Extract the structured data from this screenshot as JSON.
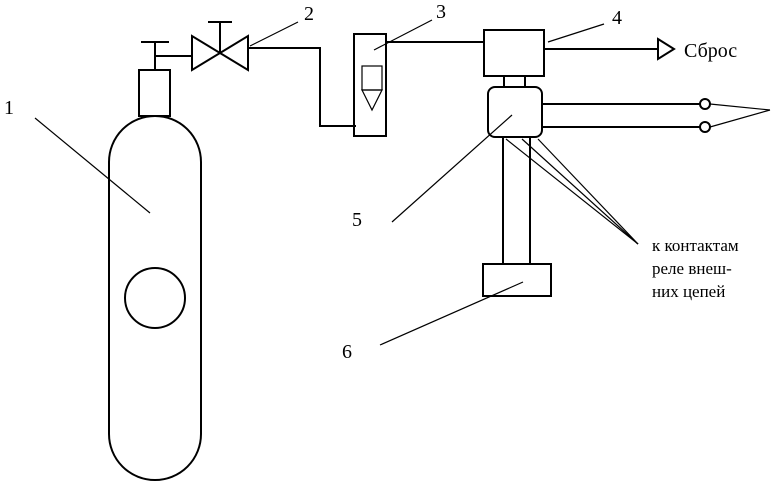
{
  "labels": {
    "n1": "1",
    "n2": "2",
    "n3": "3",
    "n4": "4",
    "n5": "5",
    "n6": "6",
    "exhaust": "Сброс",
    "note_line1": "к контактам",
    "note_line2": "реле внеш-",
    "note_line3": "них цепей"
  }
}
